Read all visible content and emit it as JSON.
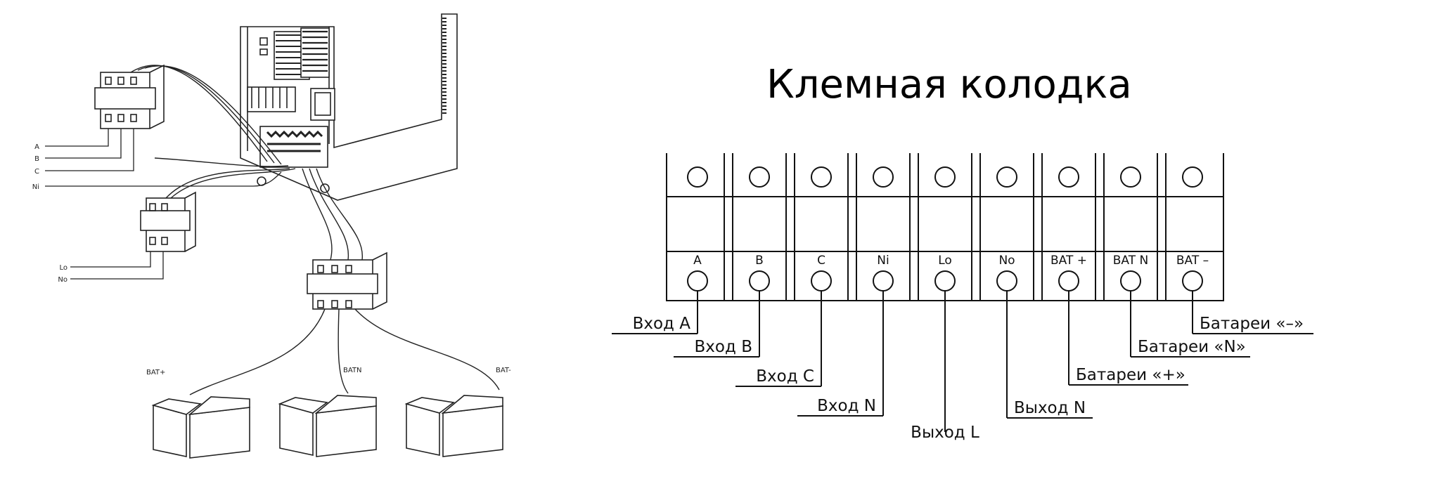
{
  "title": "Клемная колодка",
  "terminal_block": {
    "terminals": [
      {
        "label": "A",
        "caption": "Вход A"
      },
      {
        "label": "B",
        "caption": "Вход B"
      },
      {
        "label": "C",
        "caption": "Вход C"
      },
      {
        "label": "Ni",
        "caption": "Вход N"
      },
      {
        "label": "Lo",
        "caption": "Выход L"
      },
      {
        "label": "No",
        "caption": "Выход N"
      },
      {
        "label": "BAT +",
        "caption": "Батареи «+»"
      },
      {
        "label": "BAT N",
        "caption": "Батареи «N»"
      },
      {
        "label": "BAT –",
        "caption": "Батареи «–»"
      }
    ]
  },
  "wiring_illustration": {
    "line_labels": [
      "A",
      "B",
      "C",
      "Ni",
      "Lo",
      "No"
    ],
    "battery_labels": [
      "BAT+",
      "BATN",
      "BAT-"
    ]
  }
}
